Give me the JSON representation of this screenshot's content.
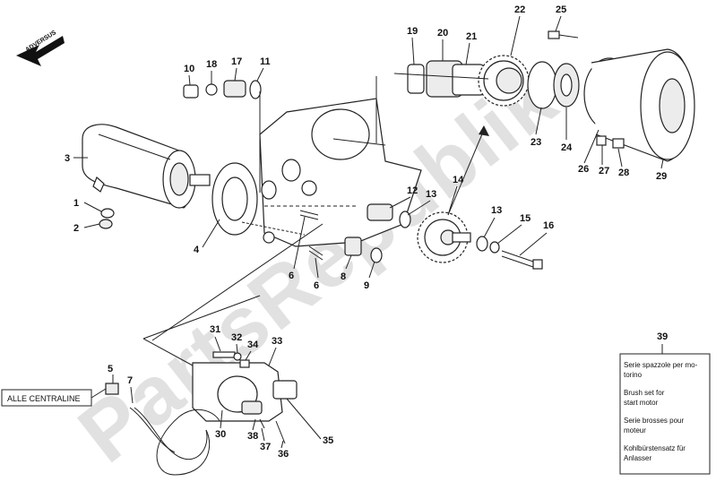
{
  "orientation_label": "ADVERSUS",
  "watermark": "PartsRepublik",
  "connector_label": "ALLE CENTRALINE",
  "brush_set": {
    "number": "39",
    "lines": [
      "Serie spazzole per mo-",
      "torino",
      "Brush set for",
      "start motor",
      "Serie brosses pour",
      "moteur",
      "Kohlbürstensatz für",
      "Anlasser"
    ]
  },
  "callouts": [
    "1",
    "2",
    "3",
    "4",
    "5",
    "6",
    "6",
    "7",
    "8",
    "9",
    "10",
    "11",
    "12",
    "13",
    "13",
    "14",
    "15",
    "16",
    "17",
    "18",
    "19",
    "20",
    "21",
    "22",
    "23",
    "24",
    "25",
    "26",
    "27",
    "28",
    "29",
    "30",
    "31",
    "32",
    "33",
    "34",
    "35",
    "36",
    "37",
    "38"
  ]
}
